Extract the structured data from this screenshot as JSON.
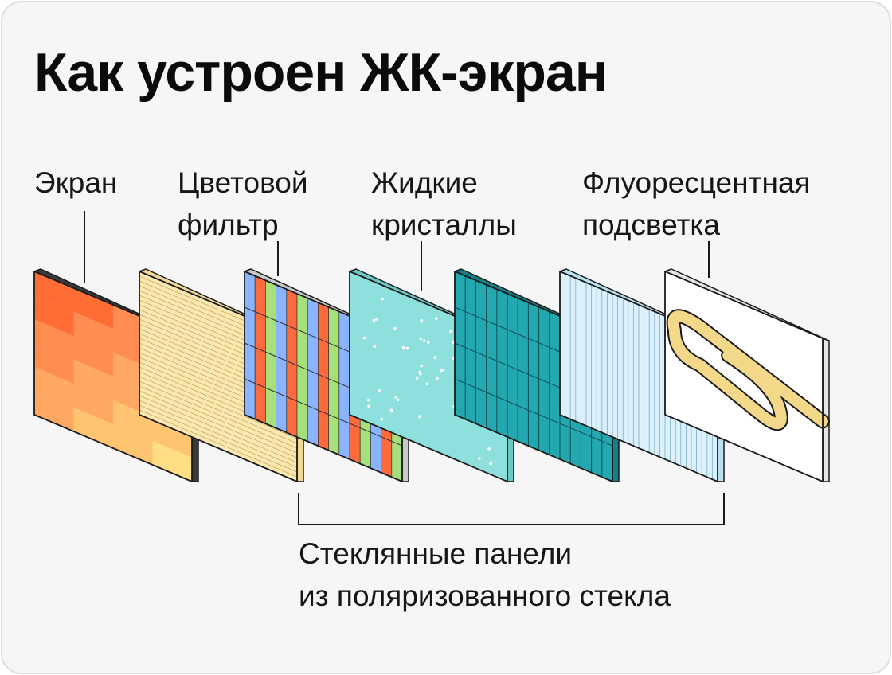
{
  "title": "Как устроен ЖК-экран",
  "labels": {
    "screen": "Экран",
    "color_filter": [
      "Цветовой",
      "фильтр"
    ],
    "liquid_crystals": [
      "Жидкие",
      "кристаллы"
    ],
    "backlight": [
      "Флуоресцентная",
      "подсветка"
    ],
    "glass_panels": [
      "Стеклянные панели",
      "из поляризованного стекла"
    ]
  },
  "colors": {
    "background": "#f6f6f6",
    "outline": "#1a1a1a",
    "screen_orange": "#ff8a4c",
    "screen_yellow": "#ffd877",
    "filter_cream": "#fbe7b0",
    "rgb_red": "#ff6a3d",
    "rgb_green": "#a6e07a",
    "rgb_blue": "#8ab4ff",
    "crystal_light": "#8ee0dc",
    "crystal_dark": "#24a8b0",
    "diffuser": "#dcf1fb",
    "lamp": "#f3d88a"
  }
}
